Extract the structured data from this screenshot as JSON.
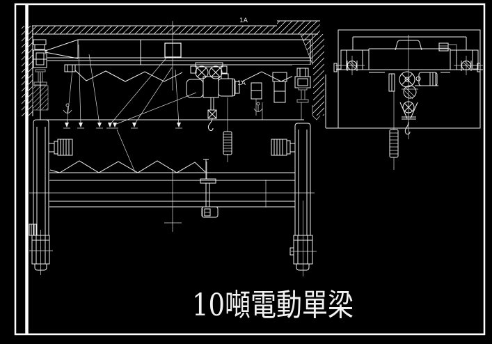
{
  "drawing": {
    "background_color": "#000000",
    "line_color": "#f0f0f0",
    "secondary_line_color": "#9c9c9c",
    "title": "10噸電動單梁",
    "section_labels": {
      "top": "1A",
      "mid": "1A"
    }
  }
}
